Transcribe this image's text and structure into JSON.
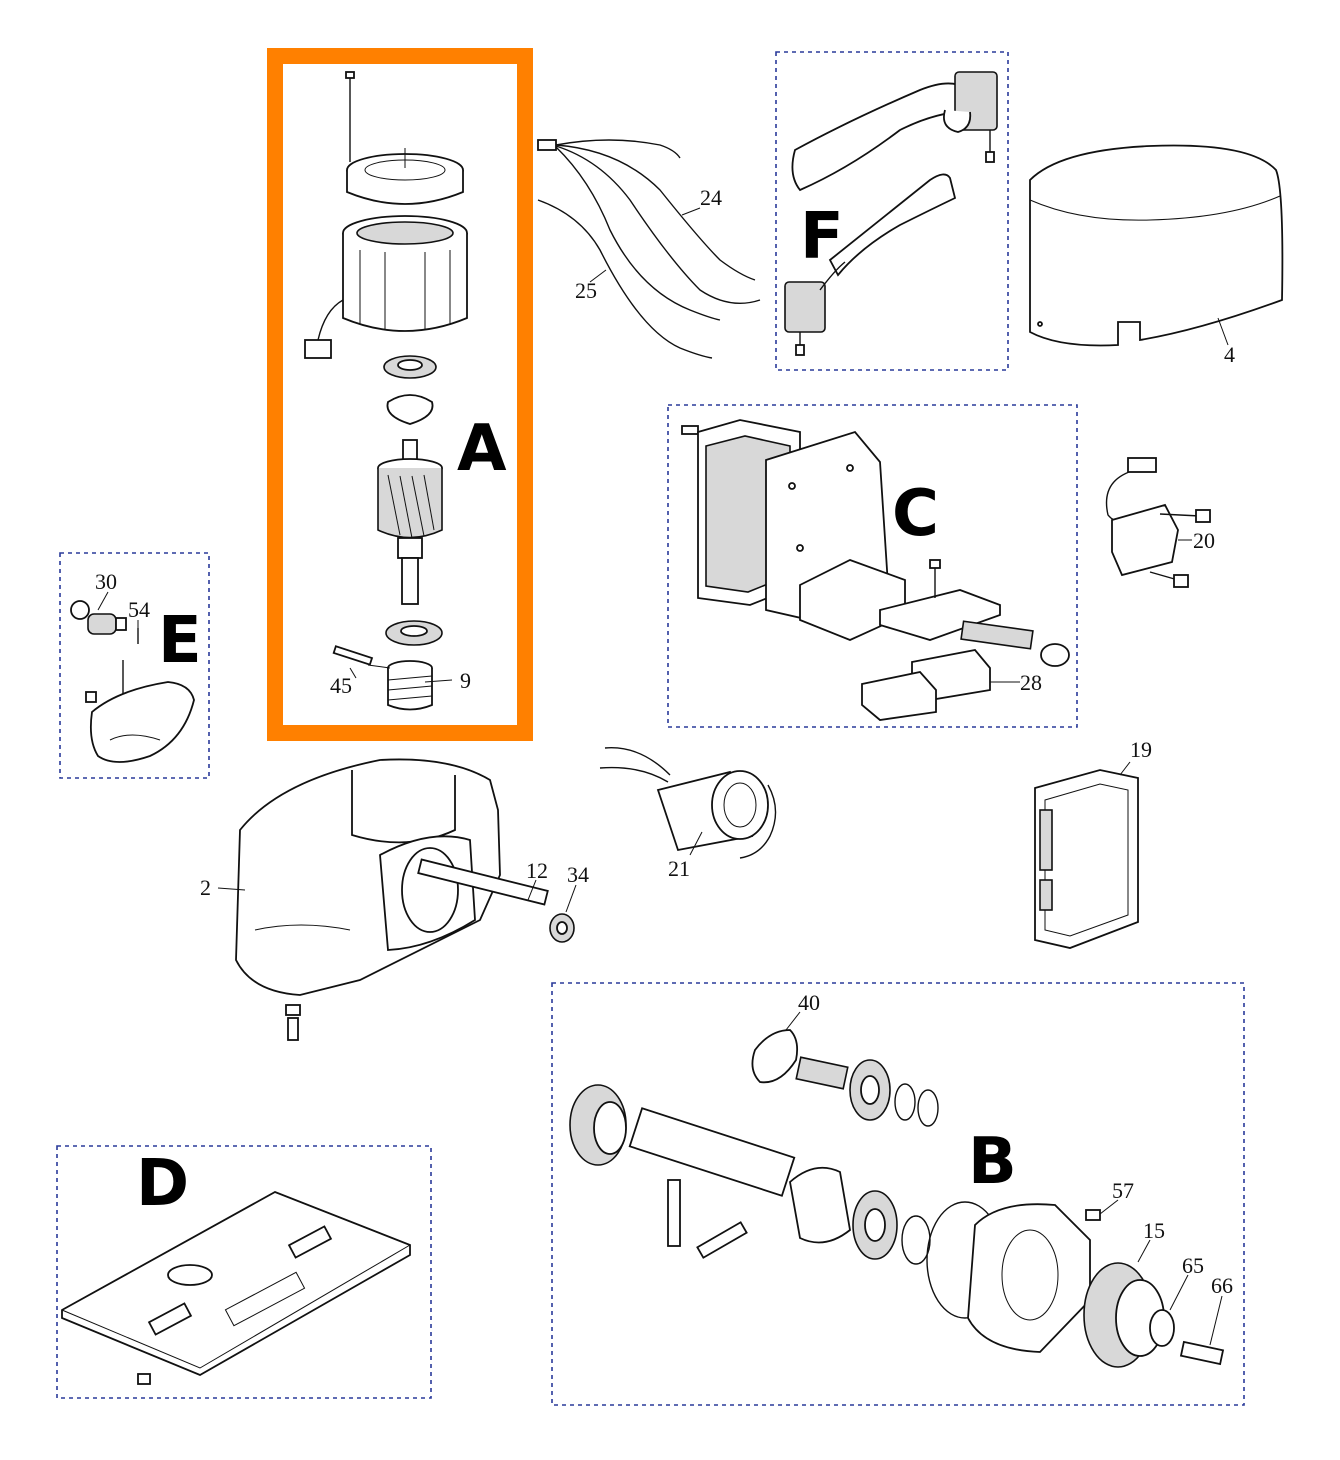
{
  "highlight_color": "#ff8000",
  "group_box_color": "#2a3a9a",
  "groups": {
    "A": "A",
    "B": "B",
    "C": "C",
    "D": "D",
    "E": "E",
    "F": "F"
  },
  "part_numbers": {
    "p2": "2",
    "p4": "4",
    "p9": "9",
    "p12": "12",
    "p15": "15",
    "p19": "19",
    "p20": "20",
    "p21": "21",
    "p24": "24",
    "p25": "25",
    "p28": "28",
    "p30": "30",
    "p34": "34",
    "p40": "40",
    "p45": "45",
    "p54": "54",
    "p57": "57",
    "p65": "65",
    "p66": "66"
  }
}
